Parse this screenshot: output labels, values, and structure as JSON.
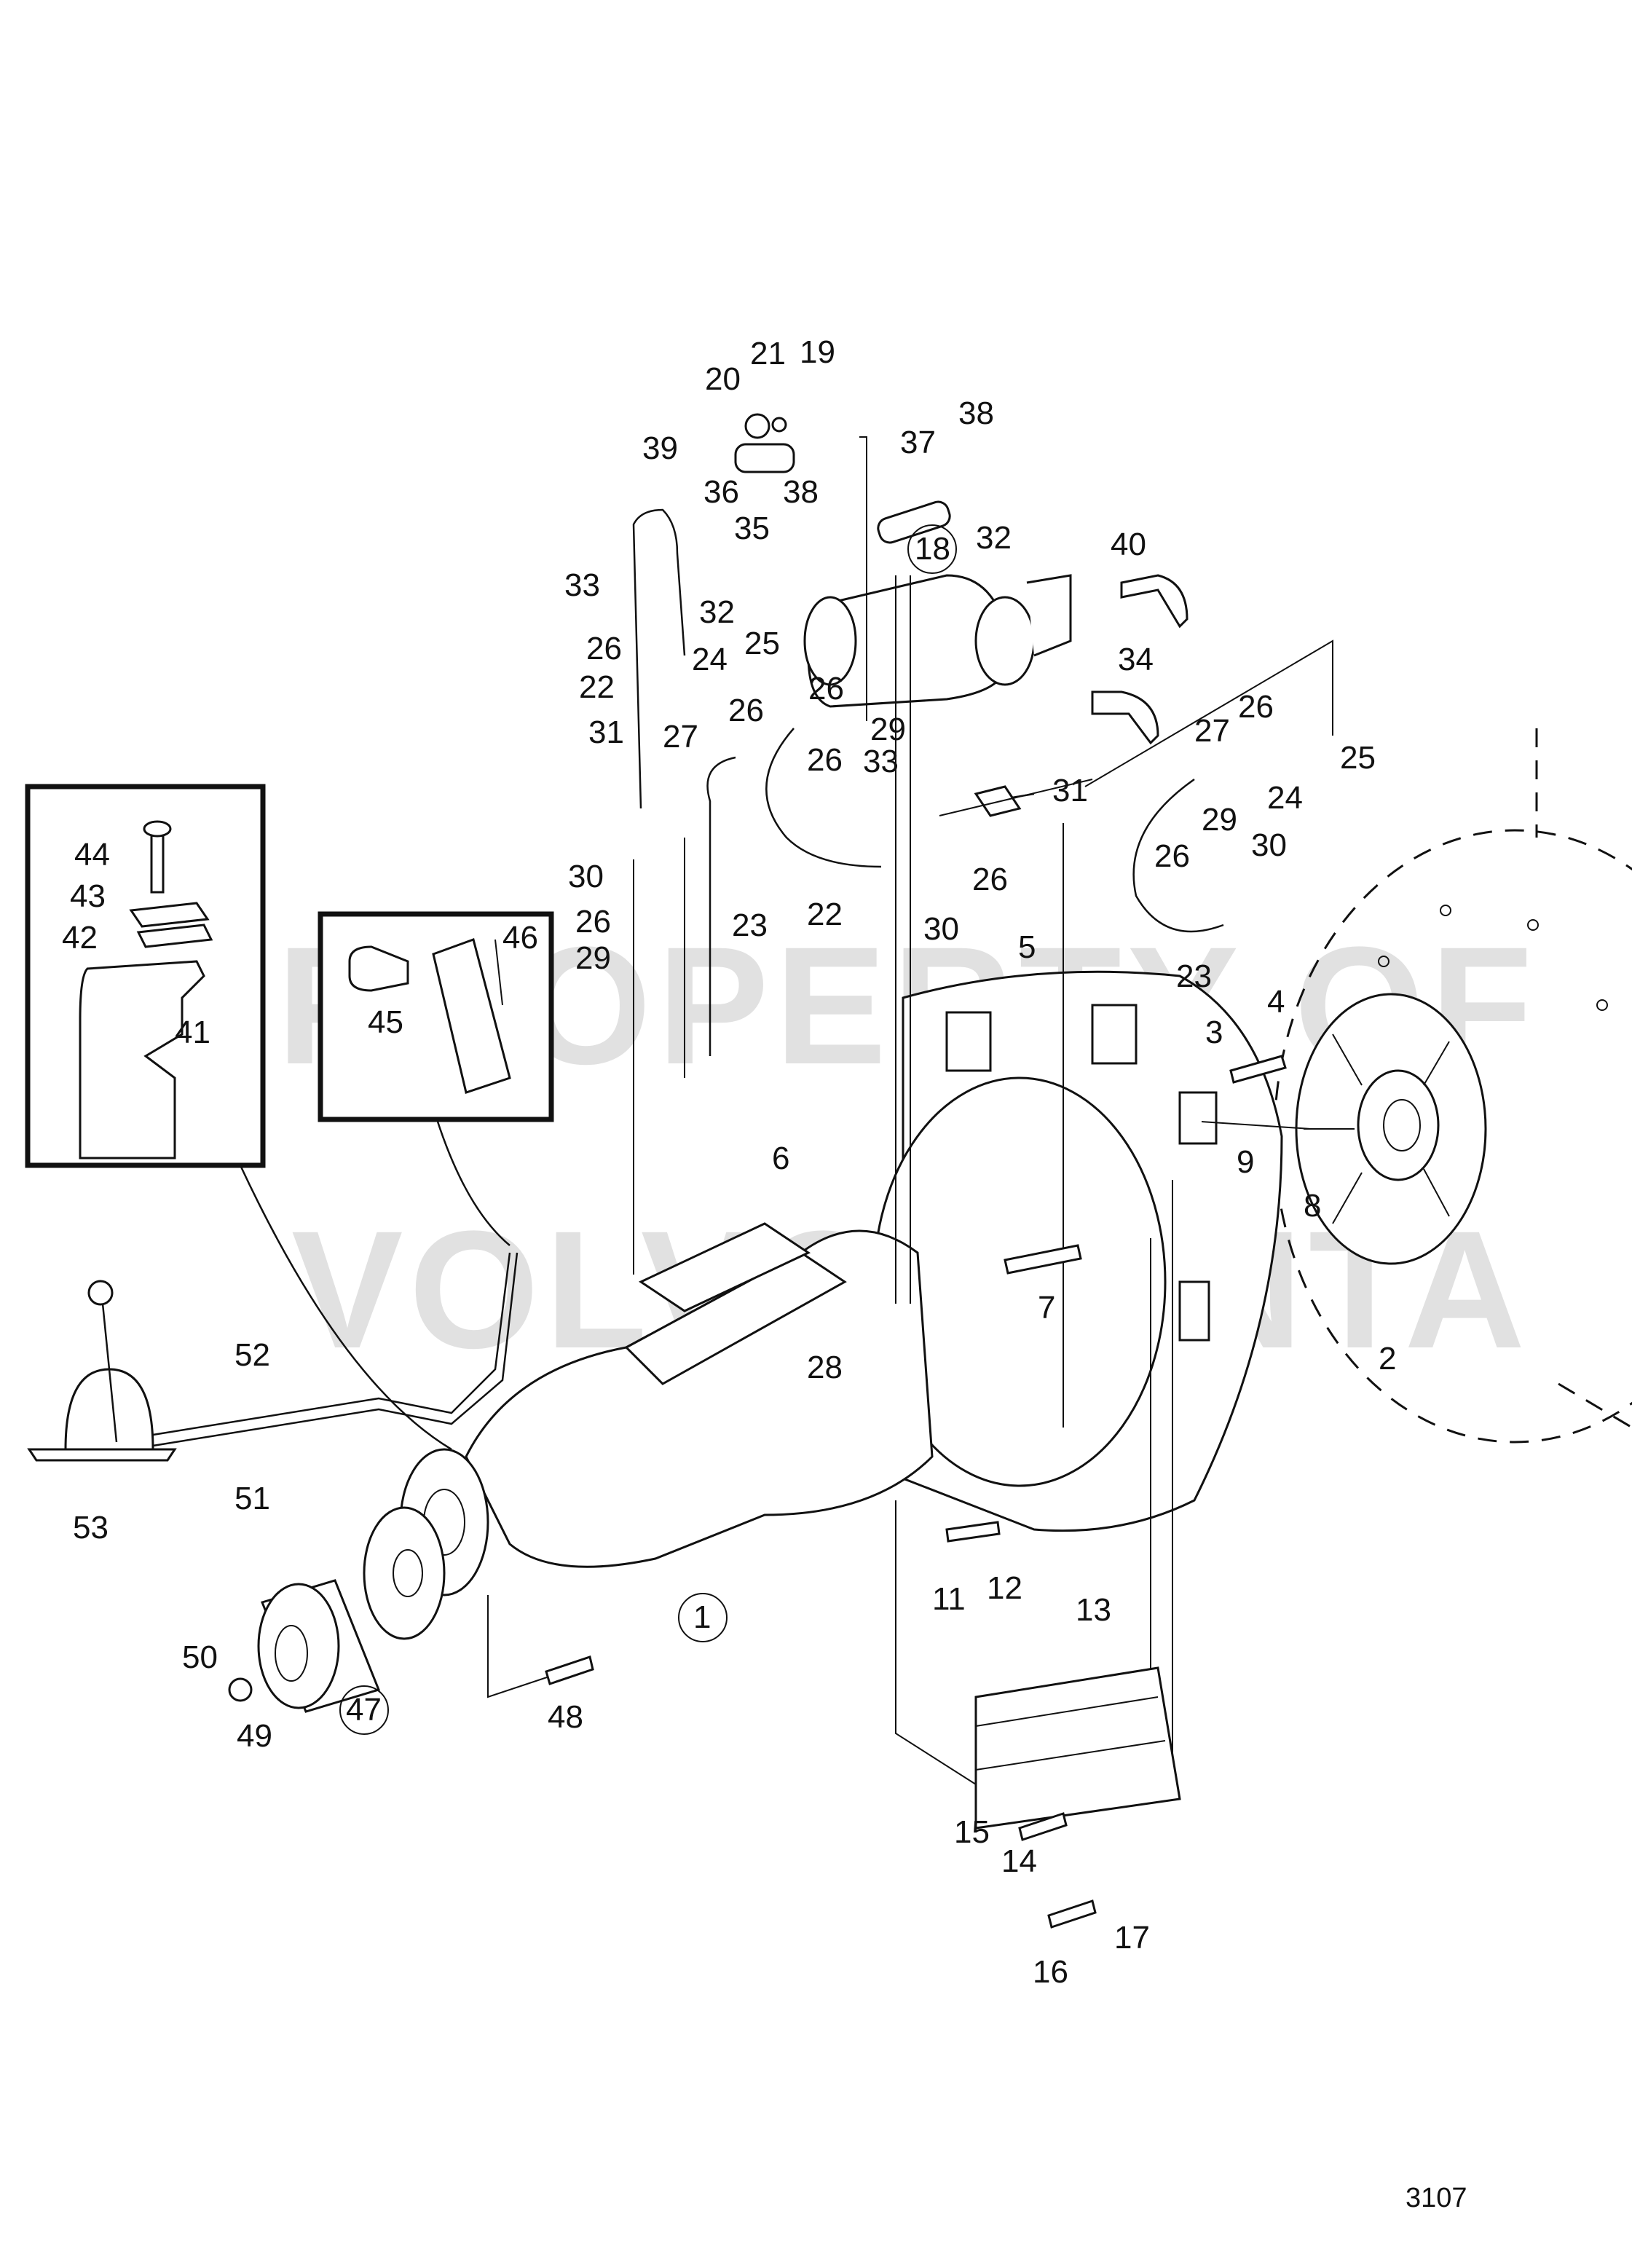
{
  "diagram": {
    "watermark": {
      "line1": "PROPERTY OF",
      "line2": "VOLVO PENTA"
    },
    "figure_number": "3107",
    "callouts": [
      {
        "id": "c1",
        "label": "1",
        "circled": true
      },
      {
        "id": "c2",
        "label": "2"
      },
      {
        "id": "c3",
        "label": "3"
      },
      {
        "id": "c4",
        "label": "4"
      },
      {
        "id": "c5",
        "label": "5"
      },
      {
        "id": "c6",
        "label": "6"
      },
      {
        "id": "c7",
        "label": "7"
      },
      {
        "id": "c8",
        "label": "8"
      },
      {
        "id": "c9",
        "label": "9"
      },
      {
        "id": "c11",
        "label": "11"
      },
      {
        "id": "c12",
        "label": "12"
      },
      {
        "id": "c13",
        "label": "13"
      },
      {
        "id": "c14",
        "label": "14"
      },
      {
        "id": "c15",
        "label": "15"
      },
      {
        "id": "c16",
        "label": "16"
      },
      {
        "id": "c17",
        "label": "17"
      },
      {
        "id": "c18",
        "label": "18",
        "circled": true
      },
      {
        "id": "c19",
        "label": "19"
      },
      {
        "id": "c20",
        "label": "20"
      },
      {
        "id": "c21",
        "label": "21"
      },
      {
        "id": "c22a",
        "label": "22"
      },
      {
        "id": "c22b",
        "label": "22"
      },
      {
        "id": "c23a",
        "label": "23"
      },
      {
        "id": "c23b",
        "label": "23"
      },
      {
        "id": "c24a",
        "label": "24"
      },
      {
        "id": "c24b",
        "label": "24"
      },
      {
        "id": "c25a",
        "label": "25"
      },
      {
        "id": "c25b",
        "label": "25"
      },
      {
        "id": "c26a",
        "label": "26"
      },
      {
        "id": "c26b",
        "label": "26"
      },
      {
        "id": "c26c",
        "label": "26"
      },
      {
        "id": "c26d",
        "label": "26"
      },
      {
        "id": "c26e",
        "label": "26"
      },
      {
        "id": "c26f",
        "label": "26"
      },
      {
        "id": "c26g",
        "label": "26"
      },
      {
        "id": "c26h",
        "label": "26"
      },
      {
        "id": "c27a",
        "label": "27"
      },
      {
        "id": "c27b",
        "label": "27"
      },
      {
        "id": "c28",
        "label": "28"
      },
      {
        "id": "c29a",
        "label": "29"
      },
      {
        "id": "c29b",
        "label": "29"
      },
      {
        "id": "c29c",
        "label": "29"
      },
      {
        "id": "c30a",
        "label": "30"
      },
      {
        "id": "c30b",
        "label": "30"
      },
      {
        "id": "c30c",
        "label": "30"
      },
      {
        "id": "c31a",
        "label": "31"
      },
      {
        "id": "c31b",
        "label": "31"
      },
      {
        "id": "c32a",
        "label": "32"
      },
      {
        "id": "c32b",
        "label": "32"
      },
      {
        "id": "c33a",
        "label": "33"
      },
      {
        "id": "c33b",
        "label": "33"
      },
      {
        "id": "c34",
        "label": "34"
      },
      {
        "id": "c35",
        "label": "35"
      },
      {
        "id": "c36",
        "label": "36"
      },
      {
        "id": "c37",
        "label": "37"
      },
      {
        "id": "c38a",
        "label": "38"
      },
      {
        "id": "c38b",
        "label": "38"
      },
      {
        "id": "c39",
        "label": "39"
      },
      {
        "id": "c40",
        "label": "40"
      },
      {
        "id": "c41",
        "label": "41"
      },
      {
        "id": "c42",
        "label": "42"
      },
      {
        "id": "c43",
        "label": "43"
      },
      {
        "id": "c44",
        "label": "44"
      },
      {
        "id": "c45",
        "label": "45"
      },
      {
        "id": "c46",
        "label": "46"
      },
      {
        "id": "c47",
        "label": "47",
        "circled": true
      },
      {
        "id": "c48",
        "label": "48"
      },
      {
        "id": "c49",
        "label": "49"
      },
      {
        "id": "c50",
        "label": "50"
      },
      {
        "id": "c51",
        "label": "51"
      },
      {
        "id": "c52",
        "label": "52"
      },
      {
        "id": "c53",
        "label": "53"
      }
    ]
  }
}
